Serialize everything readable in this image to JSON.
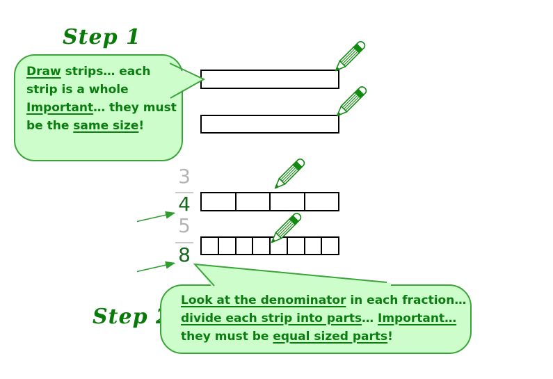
{
  "colors": {
    "bubble_fill": "#ccfdca",
    "bubble_border": "#3aa33a",
    "bubble_text_green": "#0b7d10",
    "heading_green": "#077a07",
    "pencil_green": "#128a12",
    "arrow_green": "#2f9e2f",
    "numerator_gray": "#b4b4b4",
    "fraction_bar_gray": "#c8c8c8",
    "denominator_green": "#17691d",
    "strip_border": "#000000"
  },
  "step1": {
    "title": "Step 1",
    "bubble": {
      "line1_u": "Draw",
      "line1_rest": " strips… each",
      "line2": "strip is a whole",
      "line3_u": "Important",
      "line3_rest": "… they must",
      "line4_pre": "be the ",
      "line4_u": "same size",
      "line4_post": "!"
    }
  },
  "step2": {
    "title": "Step 2",
    "bubble": {
      "line1_u": "Look at the denominator",
      "line1_rest": " in each fraction…",
      "line2_u1": "divide each strip into parts",
      "line2_mid": "… ",
      "line2_u2": "Important…",
      "line3_pre": "they must be ",
      "line3_u": "equal sized parts",
      "line3_post": "!"
    }
  },
  "fractions": [
    {
      "numerator": "3",
      "denominator": "4"
    },
    {
      "numerator": "5",
      "denominator": "8"
    }
  ],
  "strips": [
    {
      "parts": 1
    },
    {
      "parts": 1
    },
    {
      "parts": 4
    },
    {
      "parts": 8
    }
  ]
}
